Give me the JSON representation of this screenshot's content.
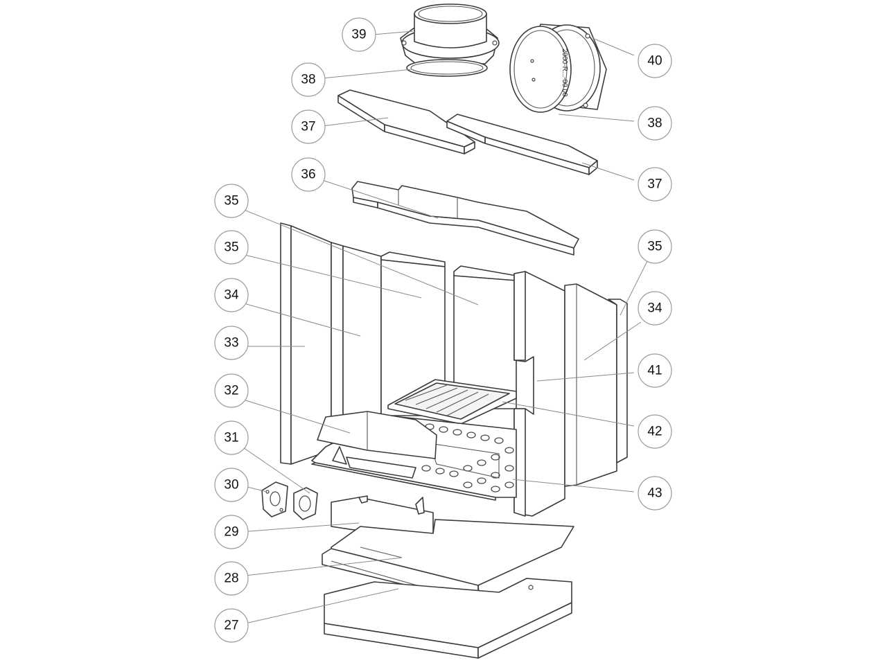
{
  "diagram": {
    "callouts": [
      {
        "id": "c39",
        "label": "39"
      },
      {
        "id": "c40",
        "label": "40"
      },
      {
        "id": "c38a",
        "label": "38"
      },
      {
        "id": "c38b",
        "label": "38"
      },
      {
        "id": "c37a",
        "label": "37"
      },
      {
        "id": "c37b",
        "label": "37"
      },
      {
        "id": "c36",
        "label": "36"
      },
      {
        "id": "c35a",
        "label": "35"
      },
      {
        "id": "c35b",
        "label": "35"
      },
      {
        "id": "c35c",
        "label": "35"
      },
      {
        "id": "c34a",
        "label": "34"
      },
      {
        "id": "c34b",
        "label": "34"
      },
      {
        "id": "c33",
        "label": "33"
      },
      {
        "id": "c41",
        "label": "41"
      },
      {
        "id": "c32",
        "label": "32"
      },
      {
        "id": "c42",
        "label": "42"
      },
      {
        "id": "c31",
        "label": "31"
      },
      {
        "id": "c30",
        "label": "30"
      },
      {
        "id": "c43",
        "label": "43"
      },
      {
        "id": "c29",
        "label": "29"
      },
      {
        "id": "c28",
        "label": "28"
      },
      {
        "id": "c27",
        "label": "27"
      }
    ],
    "stamp_text": "2000-R...-00 00"
  }
}
